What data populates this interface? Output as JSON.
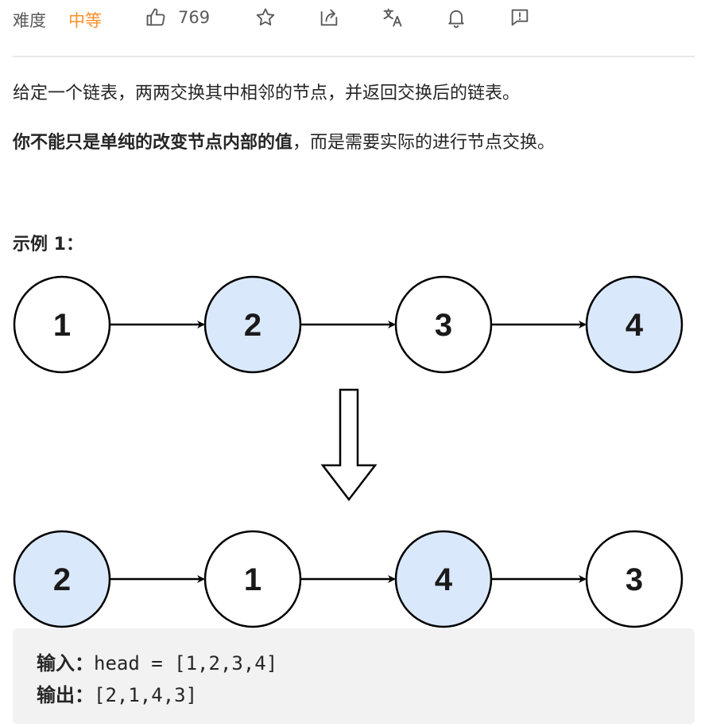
{
  "toolbar": {
    "difficulty_label": "难度",
    "difficulty_value": "中等",
    "difficulty_color": "#ff8f28",
    "likes": "769",
    "icons": [
      "thumbs-up-icon",
      "star-icon",
      "share-icon",
      "translate-icon",
      "bell-icon",
      "feedback-icon"
    ]
  },
  "description": {
    "line1": "给定一个链表，两两交换其中相邻的节点，并返回交换后的链表。",
    "line2_bold": "你不能只是单纯的改变节点内部的值",
    "line2_rest": "，而是需要实际的进行节点交换。"
  },
  "example": {
    "title": "示例 1：",
    "before_nodes": [
      "1",
      "2",
      "3",
      "4"
    ],
    "after_nodes": [
      "2",
      "1",
      "4",
      "3"
    ],
    "highlight_color": "#dae8fc",
    "input_label": "输入：",
    "input_value": "head = [1,2,3,4]",
    "output_label": "输出：",
    "output_value": "[2,1,4,3]"
  }
}
